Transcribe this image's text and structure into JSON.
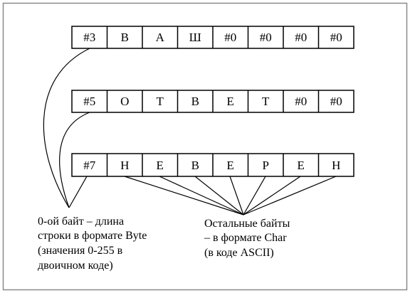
{
  "rows": [
    {
      "cells": [
        "#3",
        "В",
        "А",
        "Ш",
        "#0",
        "#0",
        "#0",
        "#0"
      ]
    },
    {
      "cells": [
        "#5",
        "О",
        "Т",
        "В",
        "Е",
        "Т",
        "#0",
        "#0"
      ]
    },
    {
      "cells": [
        "#7",
        "Н",
        "Е",
        "В",
        "Е",
        "Р",
        "Е",
        "Н"
      ]
    }
  ],
  "captions": {
    "length_byte": [
      "0-ой байт – длина",
      "строки в формате Byte",
      "(значения 0-255 в",
      "двоичном коде)"
    ],
    "char_bytes": [
      "Остальные байты",
      "– в формате Char",
      "(в коде ASCII)"
    ]
  },
  "colors": {
    "line": "#000000",
    "frame": "#7f7f7f",
    "background": "#ffffff"
  }
}
